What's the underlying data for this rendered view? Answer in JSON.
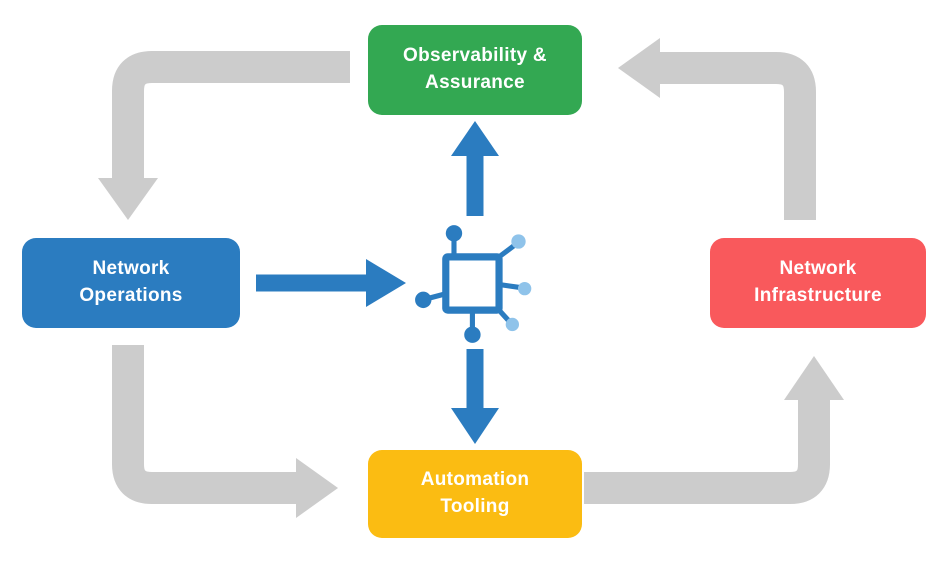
{
  "nodes": {
    "observability": {
      "label": "Observability &\nAssurance",
      "color": "#33A852"
    },
    "operations": {
      "label": "Network\nOperations",
      "color": "#2B7CC0"
    },
    "infrastructure": {
      "label": "Network\nInfrastructure",
      "color": "#F9595C"
    },
    "automation": {
      "label": "Automation\nTooling",
      "color": "#FBBC12"
    }
  },
  "center_icon": {
    "name": "network-topology-icon"
  },
  "colors": {
    "arrow_gray": "#CCCCCC",
    "arrow_blue": "#2B7CC0",
    "icon_blue_dark": "#2B7CC0",
    "icon_blue_light": "#8FC3EA",
    "node_text": "#FFFFFF",
    "background": "#FFFFFF"
  },
  "edges": [
    {
      "from": "observability",
      "to": "operations",
      "style": "gray"
    },
    {
      "from": "operations",
      "to": "automation",
      "style": "gray"
    },
    {
      "from": "automation",
      "to": "infrastructure",
      "style": "gray"
    },
    {
      "from": "infrastructure",
      "to": "observability",
      "style": "gray"
    },
    {
      "from": "operations",
      "to": "center-icon",
      "style": "blue"
    },
    {
      "from": "center-icon",
      "to": "observability",
      "style": "blue"
    },
    {
      "from": "center-icon",
      "to": "automation",
      "style": "blue"
    }
  ]
}
